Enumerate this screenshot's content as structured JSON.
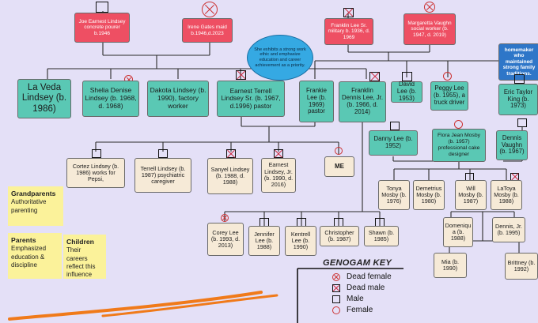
{
  "persons": {
    "joe": "Joe Earnest Lindsey concrete pourer b.1946",
    "irene": "Irene Gates maid b.1946,d.2023",
    "franklin_sr": "Franklin Lee Sr. military b. 1936, d. 1969",
    "margaretta": "Margaretta Vaughn social worker (b. 1947, d. 2019)",
    "homemaker": "homemaker who maintained strong family traditions.",
    "la_veda": "La Veda Lindsey (b. 1986)",
    "shelia": "Shelia Denise Lindsey (b. 1968, d. 1968)",
    "dakota": "Dakota Lindsey (b. 1990), factory worker",
    "earnest_sr": "Earnest Terrell Lindsey Sr. (b. 1967, d.1996) pastor",
    "frankie": "Frankie Lee (b. 1969) pastor",
    "franklin_jr": "Franklin Dennis Lee, Jr. (b. 1966, d. 2014)",
    "david": "David Lee (b. 1953)",
    "peggy": "Peggy Lee (b. 1955), a truck driver",
    "eric": "Eric Taylor King (b. 1973)",
    "danny": "Danny Lee (b. 1952)",
    "flora": "Flora Jean Mosby (b. 1957) professional cake designer",
    "dennis": "Dennis Vaughn (b. 1967)",
    "cortez": "Cortez Lindsey (b. 1986) works for Pepsi,",
    "terrell": "Terrell Lindsey (b. 1987) psychiatric caregiver",
    "sanyel": "Sanyel Lindsey (b. 1988, d. 1988)",
    "earnest_jr": "Earnest Lindsey, Jr. (b. 1990, d. 2016)",
    "me": "ME",
    "tonya": "Tonya Mosby (b. 1976)",
    "demetrius": "Demetrius Mosby (b. 1980)",
    "will": "Will Mosby (b. 1987)",
    "latoya": "LaToya Mosby (b. 1988)",
    "corey": "Corey Lee (b. 1993, d. 2013)",
    "jennifer": "Jennifer Lee (b. 1988)",
    "kentrell": "Kentrell Lee (b. 1990)",
    "christopher": "Christopher (b. 1987)",
    "shawn": "Shawn (b. 1985)",
    "domeniqua": "Domeniqu a (b. 1988)",
    "dennis_jr": "Dennis, Jr. (b. 1995)",
    "mia": "Mia (b. 1990)",
    "brittney": "Brittney (b. 1992)"
  },
  "bubble": "She exhibits a strong work ethic and emphasize education and career achievement as a priority.",
  "notes": {
    "grandparents_title": "Grandparents",
    "grandparents_text": "Authoritative parenting",
    "parents_title": "Parents",
    "parents_text": "Emphasized education & discipline",
    "children_title": "Children",
    "children_text": "Their careers reflect this influence"
  },
  "key": {
    "title": "GENOGAM KEY",
    "dead_female": "Dead female",
    "dead_male": "Dead male",
    "male": "Male",
    "female": "Female"
  },
  "colors": {
    "background": "#e4e0f7",
    "grandparent_box": "#ee4f63",
    "parent_box": "#5ac8b4",
    "child_box": "#f6ead7",
    "bubble": "#35a9e3",
    "note": "#fbf29a",
    "swoosh": "#f07a1a"
  }
}
